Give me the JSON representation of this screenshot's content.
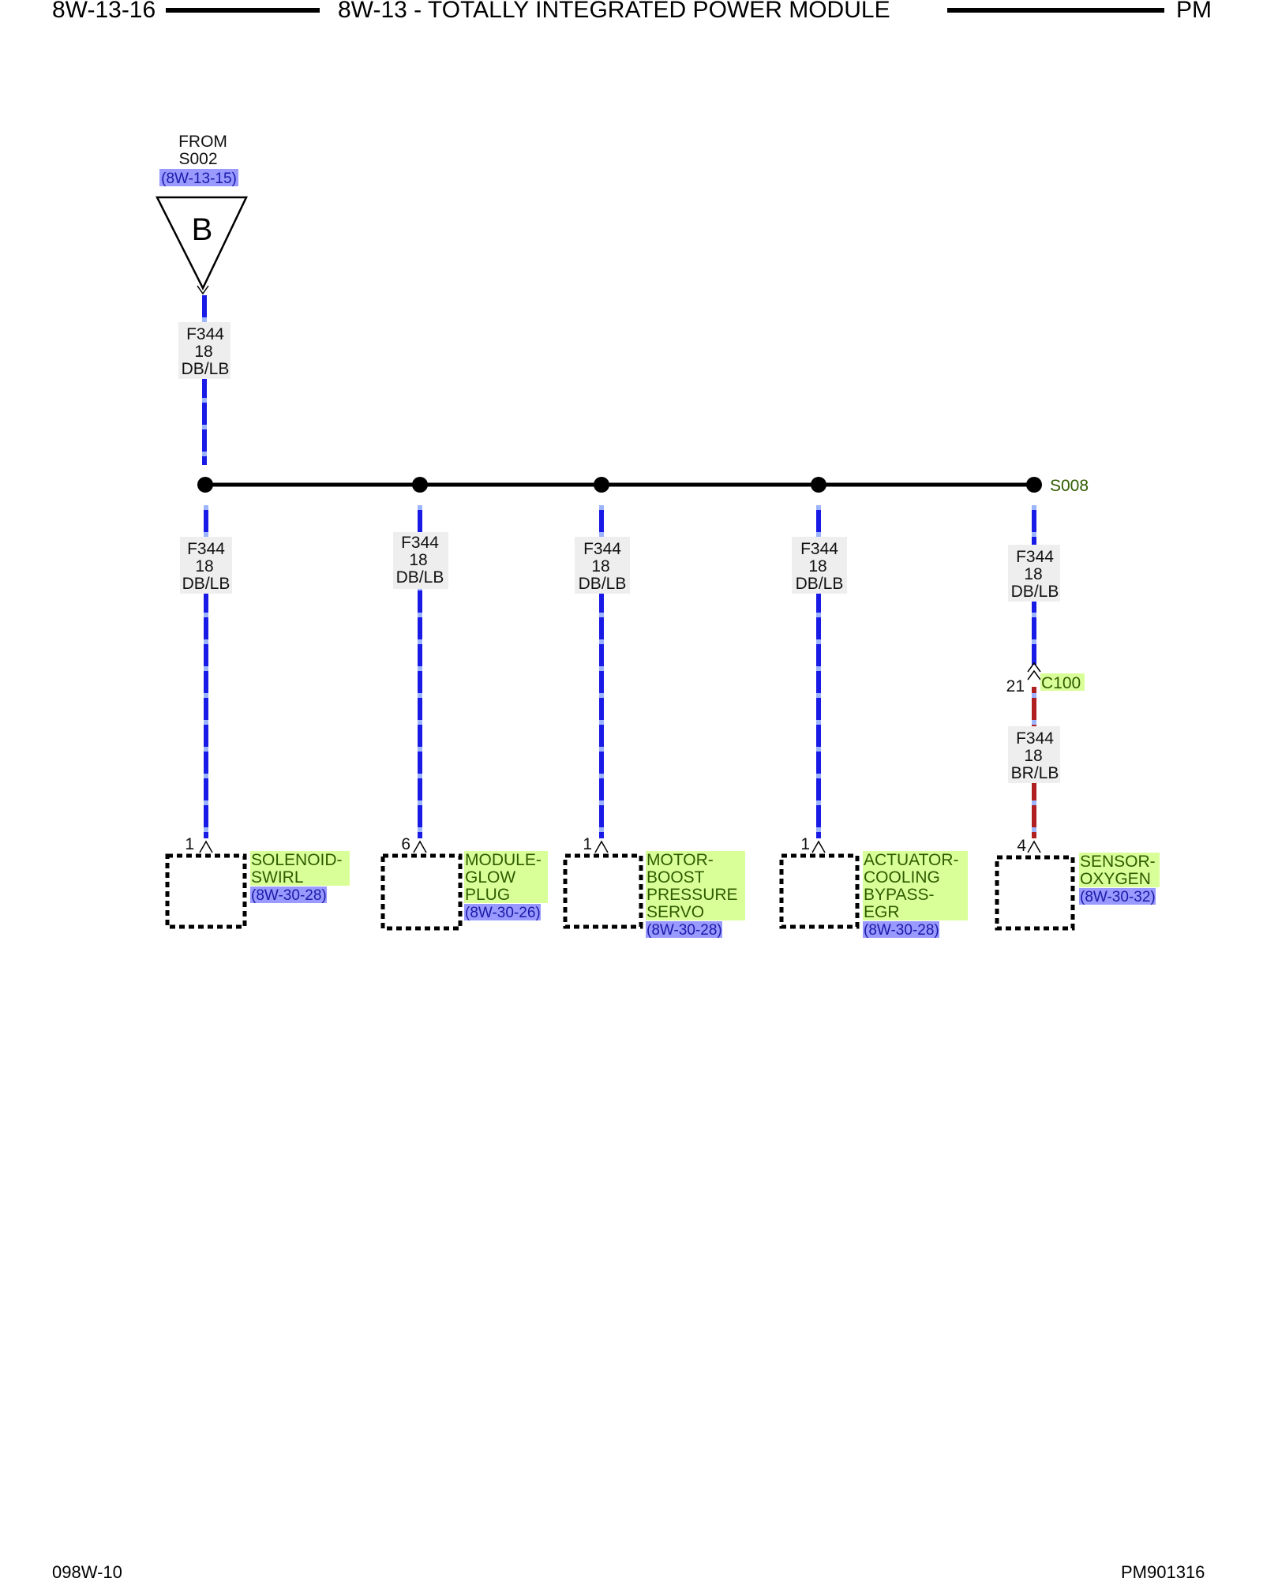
{
  "header": {
    "page_id": "8W-13-16",
    "title": "8W-13 - TOTALLY INTEGRATED POWER MODULE",
    "code": "PM"
  },
  "footer": {
    "left": "098W-10",
    "right": "PM901316"
  },
  "source": {
    "from_line1": "FROM",
    "from_line2": "S002",
    "ref": "(8W-13-15)",
    "connector_letter": "B"
  },
  "feed_wire": {
    "circuit": "F344",
    "gauge": "18",
    "color": "DB/LB"
  },
  "splice": {
    "id": "S008"
  },
  "inline_connector": {
    "pin": "21",
    "id": "C100"
  },
  "branches": [
    {
      "wire": {
        "circuit": "F344",
        "gauge": "18",
        "color": "DB/LB"
      },
      "pin": "1",
      "component_lines": [
        "SOLENOID-",
        "SWIRL"
      ],
      "ref": "(8W-30-28)"
    },
    {
      "wire": {
        "circuit": "F344",
        "gauge": "18",
        "color": "DB/LB"
      },
      "pin": "6",
      "component_lines": [
        "MODULE-",
        "GLOW",
        "PLUG"
      ],
      "ref": "(8W-30-26)"
    },
    {
      "wire": {
        "circuit": "F344",
        "gauge": "18",
        "color": "DB/LB"
      },
      "pin": "1",
      "component_lines": [
        "MOTOR-",
        "BOOST",
        "PRESSURE",
        "SERVO"
      ],
      "ref": "(8W-30-28)"
    },
    {
      "wire": {
        "circuit": "F344",
        "gauge": "18",
        "color": "DB/LB"
      },
      "pin": "1",
      "component_lines": [
        "ACTUATOR-",
        "COOLING",
        "BYPASS-",
        "EGR"
      ],
      "ref": "(8W-30-28)"
    },
    {
      "wire": {
        "circuit": "F344",
        "gauge": "18",
        "color": "DB/LB"
      },
      "wire_after_connector": {
        "circuit": "F344",
        "gauge": "18",
        "color": "BR/LB"
      },
      "pin": "4",
      "component_lines": [
        "SENSOR-",
        "OXYGEN"
      ],
      "ref": "(8W-30-32)"
    }
  ],
  "colors": {
    "wire_db_lb": "#1a1ae6",
    "wire_db_lb_stripe": "#9db4ff",
    "wire_br_lb": "#b02020",
    "wire_br_lb_stripe": "#9db4ff",
    "component_label_bg": "#d9ff99",
    "reference_bg": "#9999ff",
    "wire_label_bg": "#eeeeee"
  }
}
